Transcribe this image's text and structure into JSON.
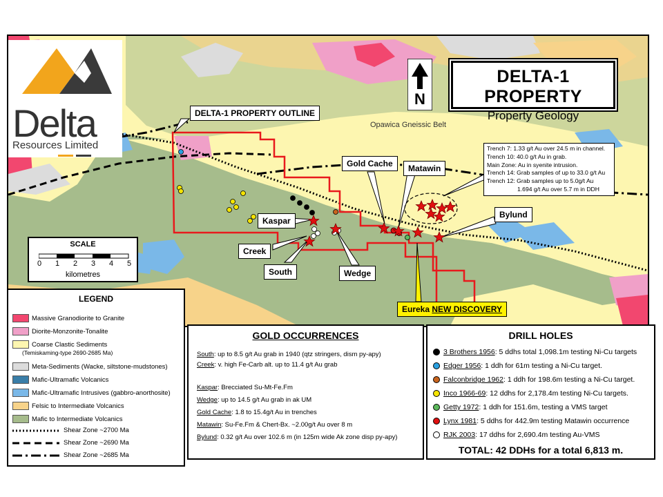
{
  "title": {
    "main": "DELTA-1 PROPERTY",
    "sub": "Property Geology"
  },
  "north_arrow": {
    "letter": "N"
  },
  "logo": {
    "word": "Delta",
    "sub": "Resources Limited"
  },
  "scale": {
    "title": "SCALE",
    "ticks": [
      "0",
      "1",
      "2",
      "3",
      "4",
      "5"
    ],
    "unit": "kilometres"
  },
  "map_labels": {
    "outline": "DELTA-1 PROPERTY OUTLINE",
    "belt": "Opawica Gneissic Belt",
    "goldcache": "Gold Cache",
    "matawin": "Matawin",
    "bylund": "Bylund",
    "kaspar": "Kaspar",
    "creek": "Creek",
    "south": "South",
    "wedge": "Wedge",
    "eureka_name": "Eureka",
    "eureka_tag": "NEW DISCOVERY"
  },
  "trench_notes": [
    "Trench 7: 1.33 g/t Au over 24.5 m in channel.",
    "Trench 10:  40.0 g/t Au in grab.",
    "Main Zone: Au in syenite intrusion.",
    "Trench 14: Grab samples of up to 33.0 g/t Au",
    "Trench 12: Grab samples up to 5.0g/t Au",
    "1.694 g/t Au over 5.7 m in DDH"
  ],
  "legend": {
    "title": "LEGEND",
    "units": [
      {
        "label": "Massive Granodiorite to Granite",
        "color": "#f2476f"
      },
      {
        "label": "Diorite-Monzonite-Tonalite",
        "color": "#f0a0c8"
      },
      {
        "label": "Coarse Clastic Sediments",
        "color": "#fdf6b0"
      },
      {
        "label": "(Temiskaming-type 2690-2685 Ma)",
        "color": ""
      },
      {
        "label": "Meta-Sediments (Wacke, siltstone-mudstones)",
        "color": "#dcdcdc"
      },
      {
        "label": "Mafic-Ultramafic Volcanics",
        "color": "#3a7ea8"
      },
      {
        "label": "Mafic-Ultramafic Intrusives (gabbro-anorthosite)",
        "color": "#7ab8e8"
      },
      {
        "label": "Felsic to Intermediate Volcanics",
        "color": "#f7d38a"
      },
      {
        "label": "Mafic to Intermediate Volcanics",
        "color": "#a6bc8c"
      }
    ],
    "lines": [
      {
        "label": "Shear Zone ~2700 Ma"
      },
      {
        "label": "Shear Zone ~2690 Ma"
      },
      {
        "label": "Shear Zone ~2685 Ma"
      }
    ]
  },
  "gold": {
    "title": "GOLD OCCURRENCES",
    "rows": [
      {
        "name": "South",
        "text": ": up to 8.5 g/t Au grab in 1940 (qtz stringers, dism py-apy)"
      },
      {
        "name": "Creek",
        "text": ": v. high Fe-Carb alt. up to 11.4 g/t Au grab"
      },
      {
        "name": "Kaspar",
        "text": ": Brecciated Su-Mt-Fe.Fm"
      },
      {
        "name": "Wedge",
        "text": ": up to 14.5 g/t Au grab in ak UM"
      },
      {
        "name": "Gold Cache",
        "text": ": 1.8 to 15.4g/t Au in trenches"
      },
      {
        "name": "Matawin",
        "text": ": Su-Fe.Fm & Chert-Bx.  ~2.00g/t Au over 8 m"
      },
      {
        "name": "Bylund",
        "text": ": 0.32 g/t Au over 102.6 m (in 125m wide Ak zone disp py-apy)"
      }
    ]
  },
  "drill": {
    "title": "DRILL HOLES",
    "rows": [
      {
        "name": "3 Brothers 1956",
        "text": ": 5 ddhs total 1,098.1m testing Ni-Cu targets",
        "color": "#000000"
      },
      {
        "name": "Edger 1956",
        "text": ": 1 ddh for 61m testing a Ni-Cu target.",
        "color": "#2aa0e0"
      },
      {
        "name": "Falconbridge 1962",
        "text": ": 1 ddh for 198.6m testing a  Ni-Cu target.",
        "color": "#c8641e"
      },
      {
        "name": "Inco 1966-69",
        "text": ": 12 ddhs for 2,178.4m testing Ni-Cu targets.",
        "color": "#f5e400"
      },
      {
        "name": "Getty 1972",
        "text": ": 1 ddh for 151.6m, testing a  VMS target",
        "color": "#5cb85c"
      },
      {
        "name": "Lynx 1981",
        "text": ": 5 ddhs for 442.9m testing Matawin occurrence",
        "color": "#e01010"
      },
      {
        "name": "RJK 2003",
        "text": ": 17 ddhs for 2,690.4m testing Au-VMS",
        "color": "#ffffff"
      }
    ],
    "total": "TOTAL: 42 DDHs for a total 6,813 m."
  },
  "colors": {
    "felsic": "#f7d38a",
    "mafic": "#a6bc8c",
    "sediment": "#fdf6b0",
    "granite": "#f2476f",
    "diorite": "#f0a0c8",
    "ultramafic_intrusive": "#7ab8e8",
    "star": "#e01010"
  }
}
